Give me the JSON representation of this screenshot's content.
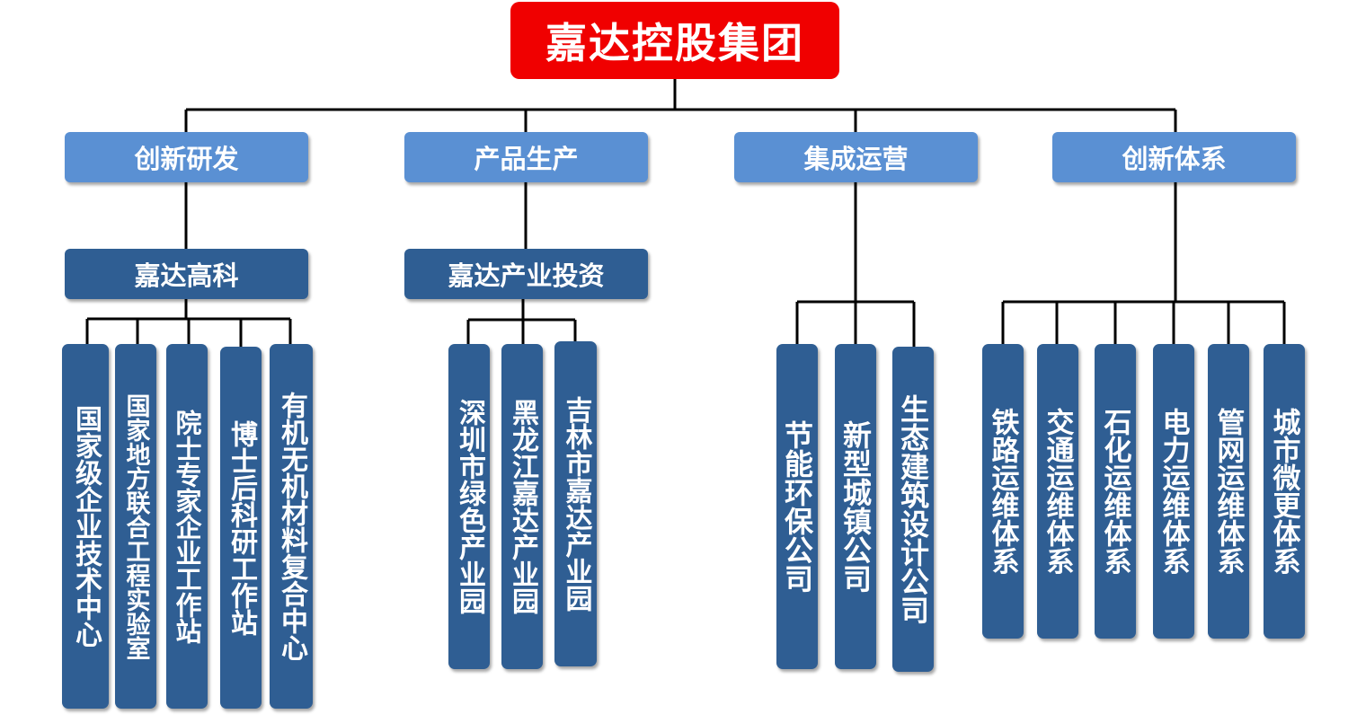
{
  "root": {
    "label": "嘉达控股集团"
  },
  "branches": [
    {
      "label": "创新研发"
    },
    {
      "label": "产品生产"
    },
    {
      "label": "集成运营"
    },
    {
      "label": "创新体系"
    }
  ],
  "subsidiaries": [
    {
      "label": "嘉达高科"
    },
    {
      "label": "嘉达产业投资"
    }
  ],
  "leaves": {
    "rd": [
      "国家级企业技术中心",
      "国家地方联合工程实验室",
      "院士专家企业工作站",
      "博士后科研工作站",
      "有机无机材料复合中心"
    ],
    "production": [
      "深圳市绿色产业园",
      "黑龙江嘉达产业园",
      "吉林市嘉达产业园"
    ],
    "operation": [
      "节能环保公司",
      "新型城镇公司",
      "生态建筑设计公司"
    ],
    "system": [
      "铁路运维体系",
      "交通运维体系",
      "石化运维体系",
      "电力运维体系",
      "管网运维体系",
      "城市微更体系"
    ]
  }
}
